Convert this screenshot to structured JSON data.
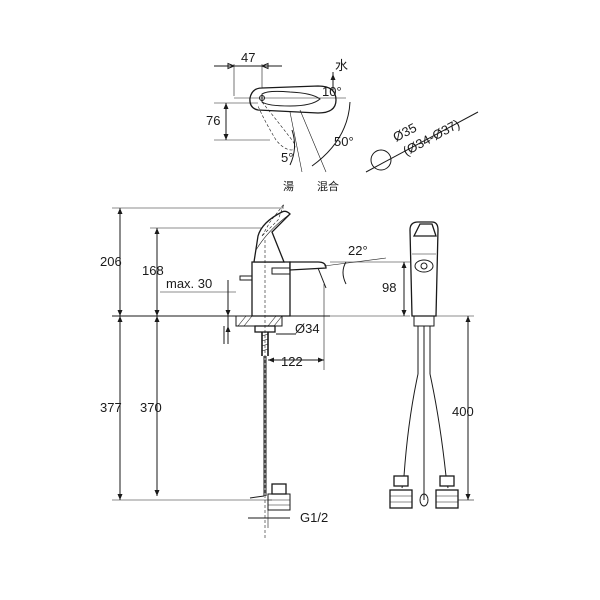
{
  "top_view": {
    "dim_width": "47",
    "dim_height": "76",
    "label_cold": "水",
    "label_hot": "湯",
    "label_mix": "混合",
    "angle_cold": "10°",
    "angle_mix": "50°",
    "angle_hot": "5°"
  },
  "hole": {
    "dim_dia": "Ø35",
    "dim_range": "(Ø34-Ø37)"
  },
  "side_view": {
    "dim_total_height": "206",
    "dim_spout_height": "168",
    "dim_max_thickness": "max. 30",
    "dim_lever_angle": "22°",
    "dim_spout_clearance": "98",
    "dim_shank_dia": "Ø34",
    "dim_spout_reach": "122",
    "dim_below_377": "377",
    "dim_below_370": "370",
    "dim_connection": "G1/2"
  },
  "front_view": {
    "dim_hose_length": "400"
  }
}
